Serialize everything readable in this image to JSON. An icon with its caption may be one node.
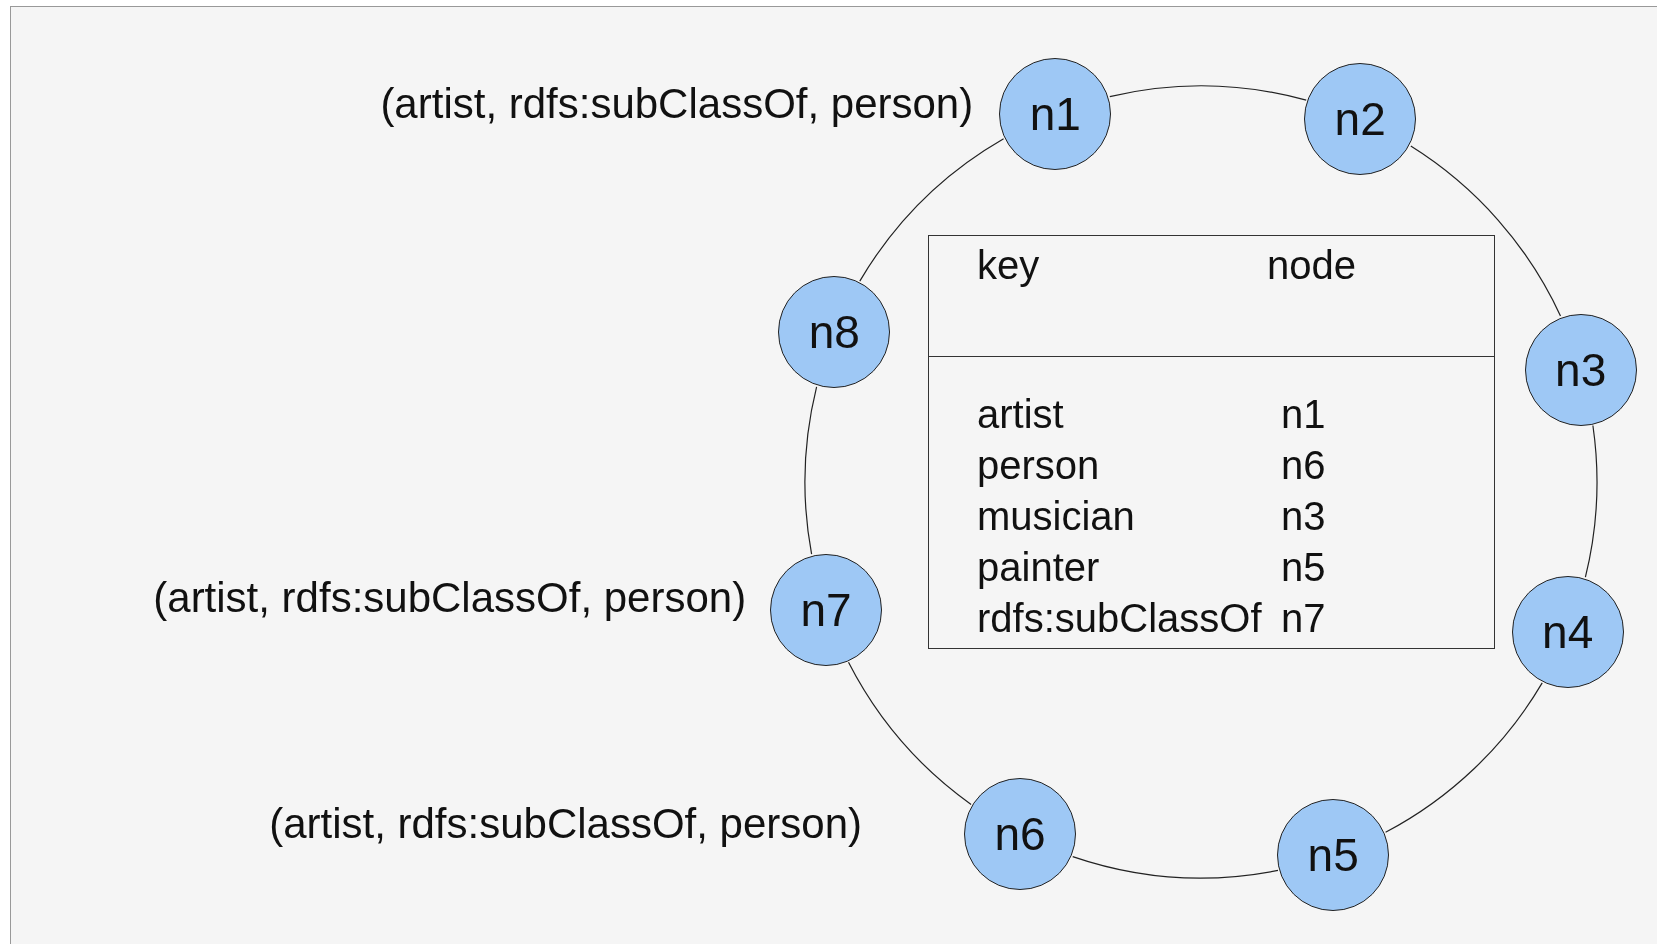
{
  "diagram": {
    "nodes": [
      {
        "text": [
          "n1"
        ],
        "beside": [
          "(artist, rdfs:subClassOf, person)"
        ]
      },
      {
        "text": [
          "n2"
        ]
      },
      {
        "text": [
          "n3"
        ]
      },
      {
        "text": [
          "n4"
        ]
      },
      {
        "text": [
          "n5"
        ]
      },
      {
        "text": [
          "n6"
        ],
        "beside": [
          "(artist, rdfs:subClassOf, person)"
        ]
      },
      {
        "text": [
          "n7"
        ],
        "beside": [
          "(artist, rdfs:subClassOf, person)"
        ]
      },
      {
        "text": [
          "n8"
        ]
      }
    ],
    "edges": [
      {
        "from": 0,
        "to": 1,
        "arrow": "none"
      },
      {
        "from": 1,
        "to": 2,
        "arrow": "none"
      },
      {
        "from": 2,
        "to": 3,
        "arrow": "none"
      },
      {
        "from": 3,
        "to": 4,
        "arrow": "none"
      },
      {
        "from": 4,
        "to": 5,
        "arrow": "none"
      },
      {
        "from": 5,
        "to": 6,
        "arrow": "none"
      },
      {
        "from": 6,
        "to": 7,
        "arrow": "none"
      },
      {
        "from": 7,
        "to": 0,
        "arrow": "none"
      }
    ],
    "labels": [
      "key",
      "node",
      "artist",
      "n1",
      "person",
      "n6",
      "musician",
      "n3",
      "painter",
      "n5",
      "rdfs:subClassOf",
      "n7"
    ]
  }
}
